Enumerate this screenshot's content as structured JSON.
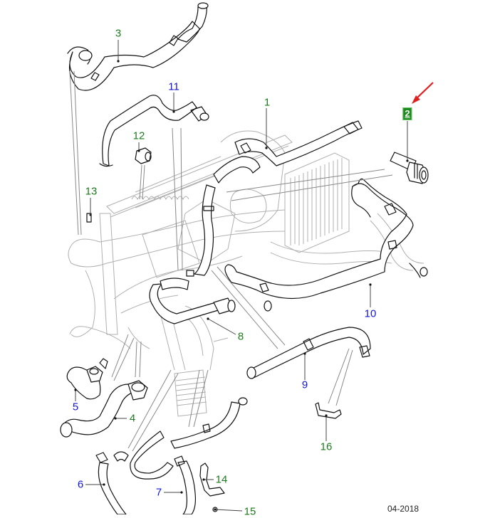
{
  "diagram": {
    "type": "exploded-parts-diagram",
    "subject": "engine cooling hoses",
    "date_stamp": "04-2018",
    "highlighted_callout": "2",
    "highlight_arrow_color": "#e02020",
    "colors": {
      "callout_green": "#1e7a1e",
      "callout_blue": "#1414d8",
      "highlight_box": "#1e8a1e",
      "line_art": "#111111",
      "ghost_art": "#b0b0b0"
    },
    "callouts": [
      {
        "id": "1",
        "label": "1",
        "color": "green"
      },
      {
        "id": "2",
        "label": "2",
        "color": "green",
        "highlighted": true
      },
      {
        "id": "3",
        "label": "3",
        "color": "green"
      },
      {
        "id": "4",
        "label": "4",
        "color": "green"
      },
      {
        "id": "5",
        "label": "5",
        "color": "blue"
      },
      {
        "id": "6",
        "label": "6",
        "color": "blue"
      },
      {
        "id": "7",
        "label": "7",
        "color": "blue"
      },
      {
        "id": "8",
        "label": "8",
        "color": "green"
      },
      {
        "id": "9",
        "label": "9",
        "color": "blue"
      },
      {
        "id": "10",
        "label": "10",
        "color": "blue"
      },
      {
        "id": "11",
        "label": "11",
        "color": "blue"
      },
      {
        "id": "12",
        "label": "12",
        "color": "green"
      },
      {
        "id": "13",
        "label": "13",
        "color": "green"
      },
      {
        "id": "14",
        "label": "14",
        "color": "green"
      },
      {
        "id": "15",
        "label": "15",
        "color": "green"
      },
      {
        "id": "16",
        "label": "16",
        "color": "green"
      }
    ]
  }
}
